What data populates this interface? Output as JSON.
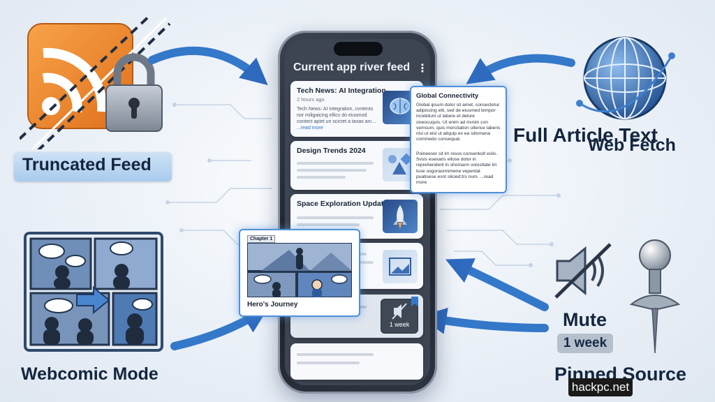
{
  "left": {
    "truncated_label": "Truncated Feed",
    "webcomic_label": "Webcomic Mode"
  },
  "right": {
    "web_fetch_label": "Web Fetch",
    "full_article_label": "Full Article Text",
    "mute_label": "Mute",
    "mute_duration": "1 week",
    "pinned_label": "Pinned Source"
  },
  "phone": {
    "title": "Current app river feed",
    "menu_glyph": "⋮",
    "cards": [
      {
        "title": "Tech News: AI Integration",
        "meta": "2 hours ago",
        "body": "Tech News: AI Integration, cvntents nor miligaicing ellics do eiusmod contect apiet un scictet a taxas anı...",
        "more": "...read more"
      },
      {
        "title": "Design Trends 2024"
      },
      {
        "title": "Space Exploration Update"
      },
      {
        "title": ""
      },
      {
        "title": "",
        "badge": "1 week"
      }
    ]
  },
  "article_popout": {
    "title": "Global Connectivity",
    "para1": "Global ipsum dolor sit amet, consectetur adipiscing elit, sed de eiusmed tempor incididunt ut labere et delore oneocuquis. Ut enim ad mınim con vemsum, quis morcitation ullence laberis nisi ut eisl ut aliquip ex ea siilsmana commedo consequat.",
    "para2": "Poineeser sit im nisoo consenkolt eslis. Svsis esexaris ellose dolor in reprehenderit in shomann volusttate im tuse sogoraonnimene vepentat puatisese esnt slicied:trs num. ...read more"
  },
  "comic_popout": {
    "chapter": "Chapter 1",
    "caption": "Hero's Journey"
  },
  "watermark": "hackpc.net",
  "colors": {
    "accent_blue": "#3d7fcf",
    "rss_orange": "#f08a2a",
    "phone_dark": "#3d4553"
  },
  "icons": [
    "rss-icon",
    "padlock-icon",
    "globe-icon",
    "comic-panels-icon",
    "speaker-mute-icon",
    "pushpin-icon",
    "brain-icon",
    "rocket-icon",
    "shapes-icon",
    "image-icon"
  ]
}
